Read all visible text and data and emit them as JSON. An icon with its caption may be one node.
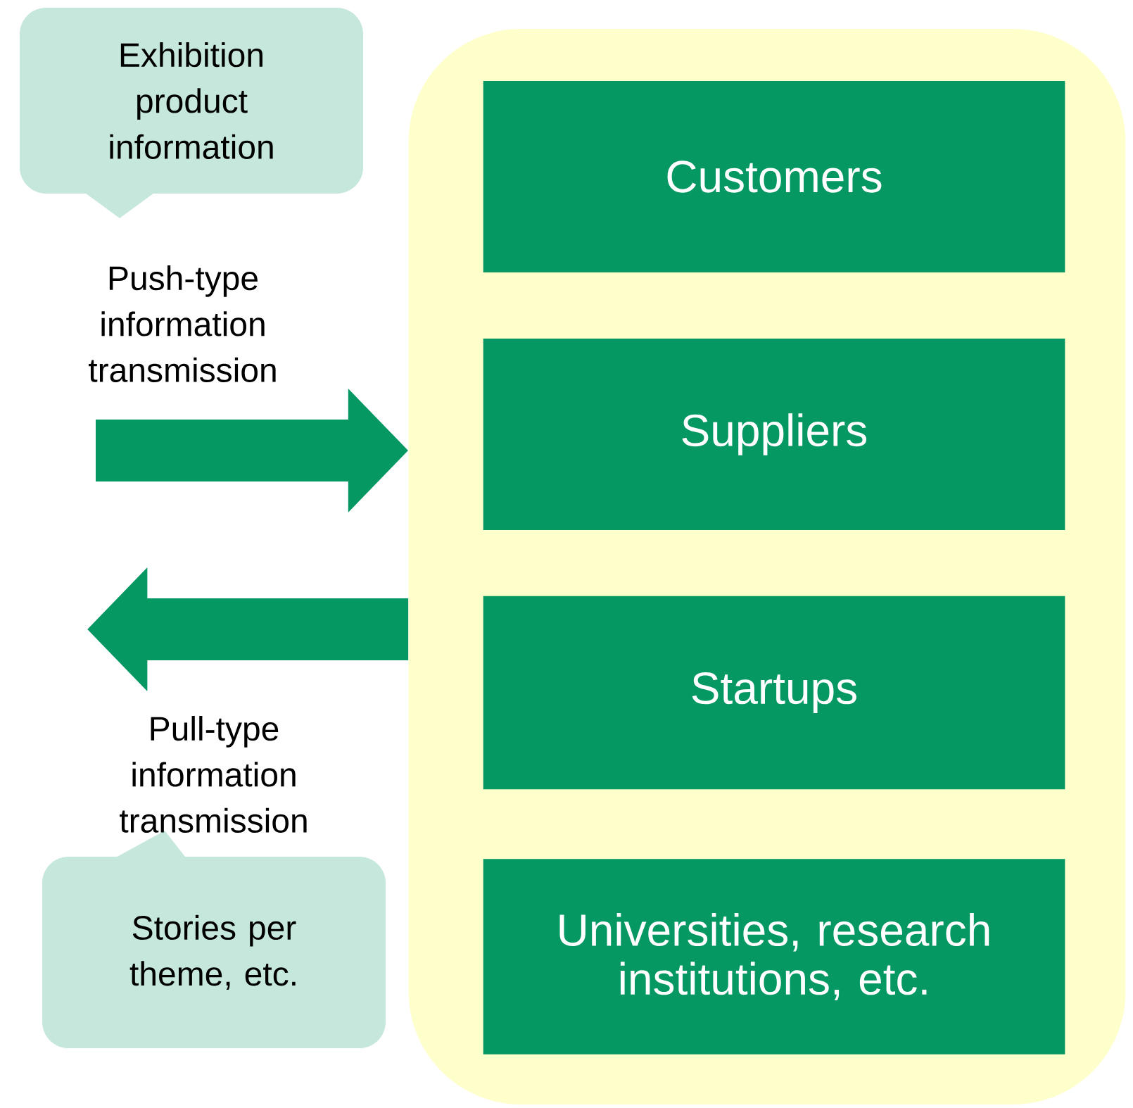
{
  "diagram": {
    "nodes": [
      {
        "text": [
          "Exhibition product information"
        ]
      },
      {
        "text": [],
        "shape": "box"
      },
      {
        "text": [
          "Customers"
        ],
        "in": 1
      },
      {
        "text": [
          "Suppliers"
        ],
        "in": 1
      },
      {
        "text": [
          "Startups"
        ],
        "in": 1
      },
      {
        "text": [
          "Universities, research institutions, etc."
        ],
        "in": 1
      },
      {
        "text": [
          "Stories per theme, etc."
        ]
      }
    ],
    "edges": [
      {
        "from": null,
        "to": 1,
        "arrow": "to",
        "label": "Push-type information transmission"
      },
      {
        "from": 1,
        "to": null,
        "arrow": "to",
        "label": "Pull-type information transmission"
      }
    ]
  }
}
